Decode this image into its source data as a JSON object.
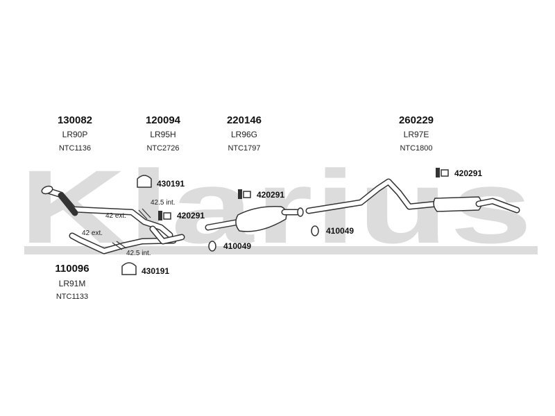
{
  "watermark": "Klarius",
  "parts": [
    {
      "number": "130082",
      "code": "LR90P",
      "ref": "NTC1136"
    },
    {
      "number": "120094",
      "code": "LR95H",
      "ref": "NTC2726"
    },
    {
      "number": "220146",
      "code": "LR96G",
      "ref": "NTC1797"
    },
    {
      "number": "260229",
      "code": "LR97E",
      "ref": "NTC1800"
    },
    {
      "number": "110096",
      "code": "LR91M",
      "ref": "NTC1133"
    }
  ],
  "fittings": {
    "clamp_a": "430191",
    "bracket_a": "420291",
    "bracket_b": "420291",
    "bracket_c": "420291",
    "ring_a": "410049",
    "ring_b": "410049",
    "clamp_b": "430191"
  },
  "dimensions": {
    "upper_ext": "42 ext.",
    "upper_int": "42.5 int.",
    "lower_ext": "42 ext.",
    "lower_int": "42.5 int."
  }
}
